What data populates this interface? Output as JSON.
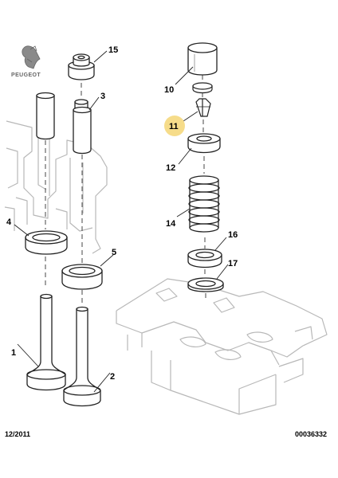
{
  "brand": {
    "name": "PEUGEOT"
  },
  "colors": {
    "highlight": "#f6dc8a",
    "line": "#222222",
    "ghost": "#b8b8b8"
  },
  "callouts": {
    "c1": "1",
    "c2": "2",
    "c3": "3",
    "c4": "4",
    "c5": "5",
    "c10": "10",
    "c11": "11",
    "c12": "12",
    "c14": "14",
    "c15": "15",
    "c16": "16",
    "c17": "17"
  },
  "highlighted_callout": "11",
  "footer": {
    "date": "12/2011",
    "ref": "00036332"
  }
}
